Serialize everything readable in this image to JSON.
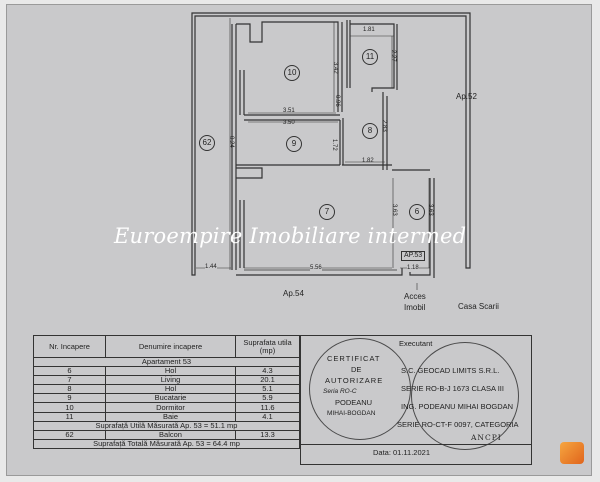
{
  "watermark": "Euroempire Imobiliare intermed",
  "plan": {
    "rooms": [
      "10",
      "11",
      "8",
      "9",
      "62",
      "7",
      "6"
    ],
    "dimensions": {
      "d181": "1.81",
      "d227": "2.27",
      "d342": "3.42",
      "d096": "0.96",
      "d351": "3.51",
      "d350": "3.50",
      "d283": "2.83",
      "d024": "0.24",
      "d172": "1.72",
      "d182": "1.82",
      "d363a": "3.63",
      "d363b": "3.63",
      "d144": "1.44",
      "d556": "5.56",
      "d118": "1.18"
    },
    "ap_label": "AP.53",
    "labels": {
      "ap52": "Ap.52",
      "ap54": "Ap.54",
      "acces1": "Acces",
      "acces2": "Imobil",
      "casa": "Casa Scarii"
    }
  },
  "table": {
    "headers": [
      "Nr. Incapere",
      "Denumire incapere",
      "Suprafata utila (mp)"
    ],
    "section": "Apartament 53",
    "rows": [
      {
        "nr": "6",
        "name": "Hol",
        "area": "4.3"
      },
      {
        "nr": "7",
        "name": "Living",
        "area": "20.1"
      },
      {
        "nr": "8",
        "name": "Hol",
        "area": "5.1"
      },
      {
        "nr": "9",
        "name": "Bucatarie",
        "area": "5.9"
      },
      {
        "nr": "10",
        "name": "Dormitor",
        "area": "11.6"
      },
      {
        "nr": "11",
        "name": "Baie",
        "area": "4.1"
      }
    ],
    "useful_total": "Suprafață Utilă Măsurată Ap. 53  = 51.1 mp",
    "balcony": {
      "nr": "62",
      "name": "Balcon",
      "area": "13.3"
    },
    "total": "Suprafață Totală Măsurată Ap. 53 = 64.4 mp"
  },
  "executant": {
    "title": "Executant",
    "lines": [
      "S.C. GEOCAD LIMITS S.R.L.",
      "SERIE RO-B-J 1673 CLASA III",
      "ING. PODEANU MIHAI BOGDAN",
      "SERIE RO-CT-F 0097, CATEGORIA"
    ],
    "stamp1": [
      "CERTIFICAT",
      "DE",
      "AUTORIZARE",
      "Seria RO-C",
      "PODEANU",
      "MIHAI-BOGDAN"
    ],
    "stamp2": "ANCPI",
    "date": "Data: 01.11.2021"
  }
}
